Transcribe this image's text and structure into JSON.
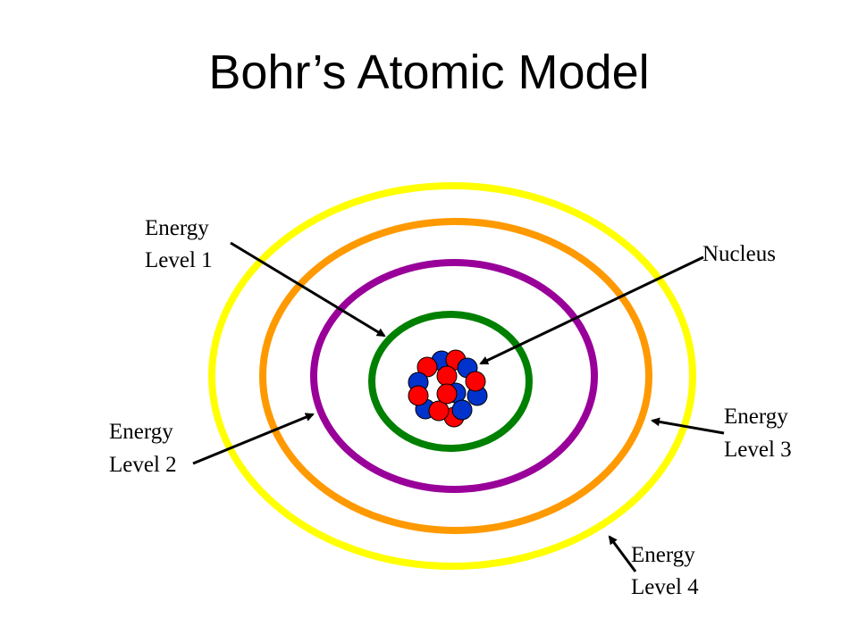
{
  "title": "Bohr’s Atomic Model",
  "labels": {
    "level1": [
      "Energy",
      "Level 1"
    ],
    "nucleus": "Nucleus",
    "level2": [
      "Energy",
      "Level 2"
    ],
    "level3": [
      "Energy",
      "Level 3"
    ],
    "level4": [
      "Energy",
      "Level 4"
    ]
  },
  "colors": {
    "level1_ring": "#008000",
    "level2_ring": "#990099",
    "level3_ring": "#ff9900",
    "level4_ring": "#ffff00",
    "proton": "#ff0000",
    "neutron": "#0033cc",
    "arrow": "#000000"
  }
}
